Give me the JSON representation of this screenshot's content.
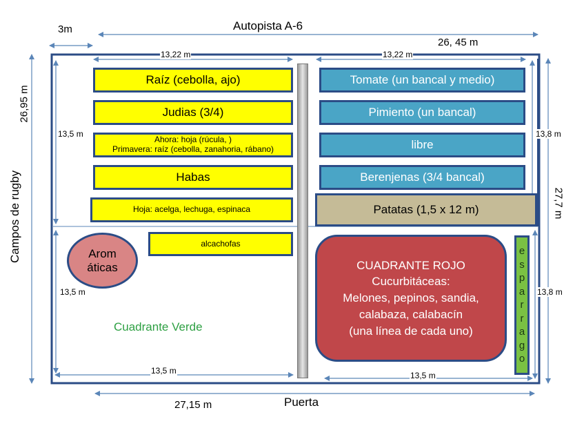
{
  "labels": {
    "top_offset": "3m",
    "highway": "Autopista A-6",
    "top_right_len": "26, 45 m",
    "left_side": "Campos de rugby",
    "left_len": "26,95 m",
    "right_len": "27,7 m",
    "bottom_len": "27,15 m",
    "gate": "Puerta",
    "quad_tl_width": "13,22 m",
    "quad_tr_width": "13,22 m",
    "quad_tl_height": "13,5 m",
    "quad_tr_height": "13,8 m",
    "quad_bl_height": "13,5 m",
    "quad_br_height": "13,8 m",
    "quad_bl_width": "13,5 m",
    "quad_br_width": "13,5 m",
    "green_quadrant": "Cuadrante Verde"
  },
  "beds_left": {
    "raiz": "Raíz (cebolla, ajo)",
    "judias": "Judias (3/4)",
    "ahora_line1": "Ahora: hoja (rúcula,  )",
    "ahora_line2": "Primavera: raíz (cebolla, zanahoria, rábano)",
    "habas": "Habas",
    "hoja": "Hoja: acelga, lechuga, espinaca",
    "alcachofas": "alcachofas",
    "aromaticas_1": "Arom",
    "aromaticas_2": "áticas"
  },
  "beds_right": {
    "tomate": "Tomate (un bancal y medio)",
    "pimiento": "Pimiento (un bancal)",
    "libre": "libre",
    "berenjenas": "Berenjenas (3/4 bancal)",
    "patatas": "Patatas (1,5 x 12 m)"
  },
  "red_quadrant": {
    "title": "CUADRANTE ROJO",
    "line1": "Cucurbitáceas:",
    "line2": "Melones, pepinos, sandia,",
    "line3": "calabaza, calabacín",
    "line4": "(una línea de cada uno)"
  },
  "esparrago": [
    "e",
    "s",
    "p",
    "a",
    "r",
    "r",
    "a",
    "g",
    "o"
  ],
  "colors": {
    "frame": "#2b4c86",
    "arrow": "#5b86b8",
    "yellow": "#ffff00",
    "blue": "#4aa5c6",
    "tan": "#c5bb97",
    "red": "#c0474a",
    "pink": "#d98585",
    "green_text": "#2ea043",
    "green_bed": "#7ac143"
  }
}
